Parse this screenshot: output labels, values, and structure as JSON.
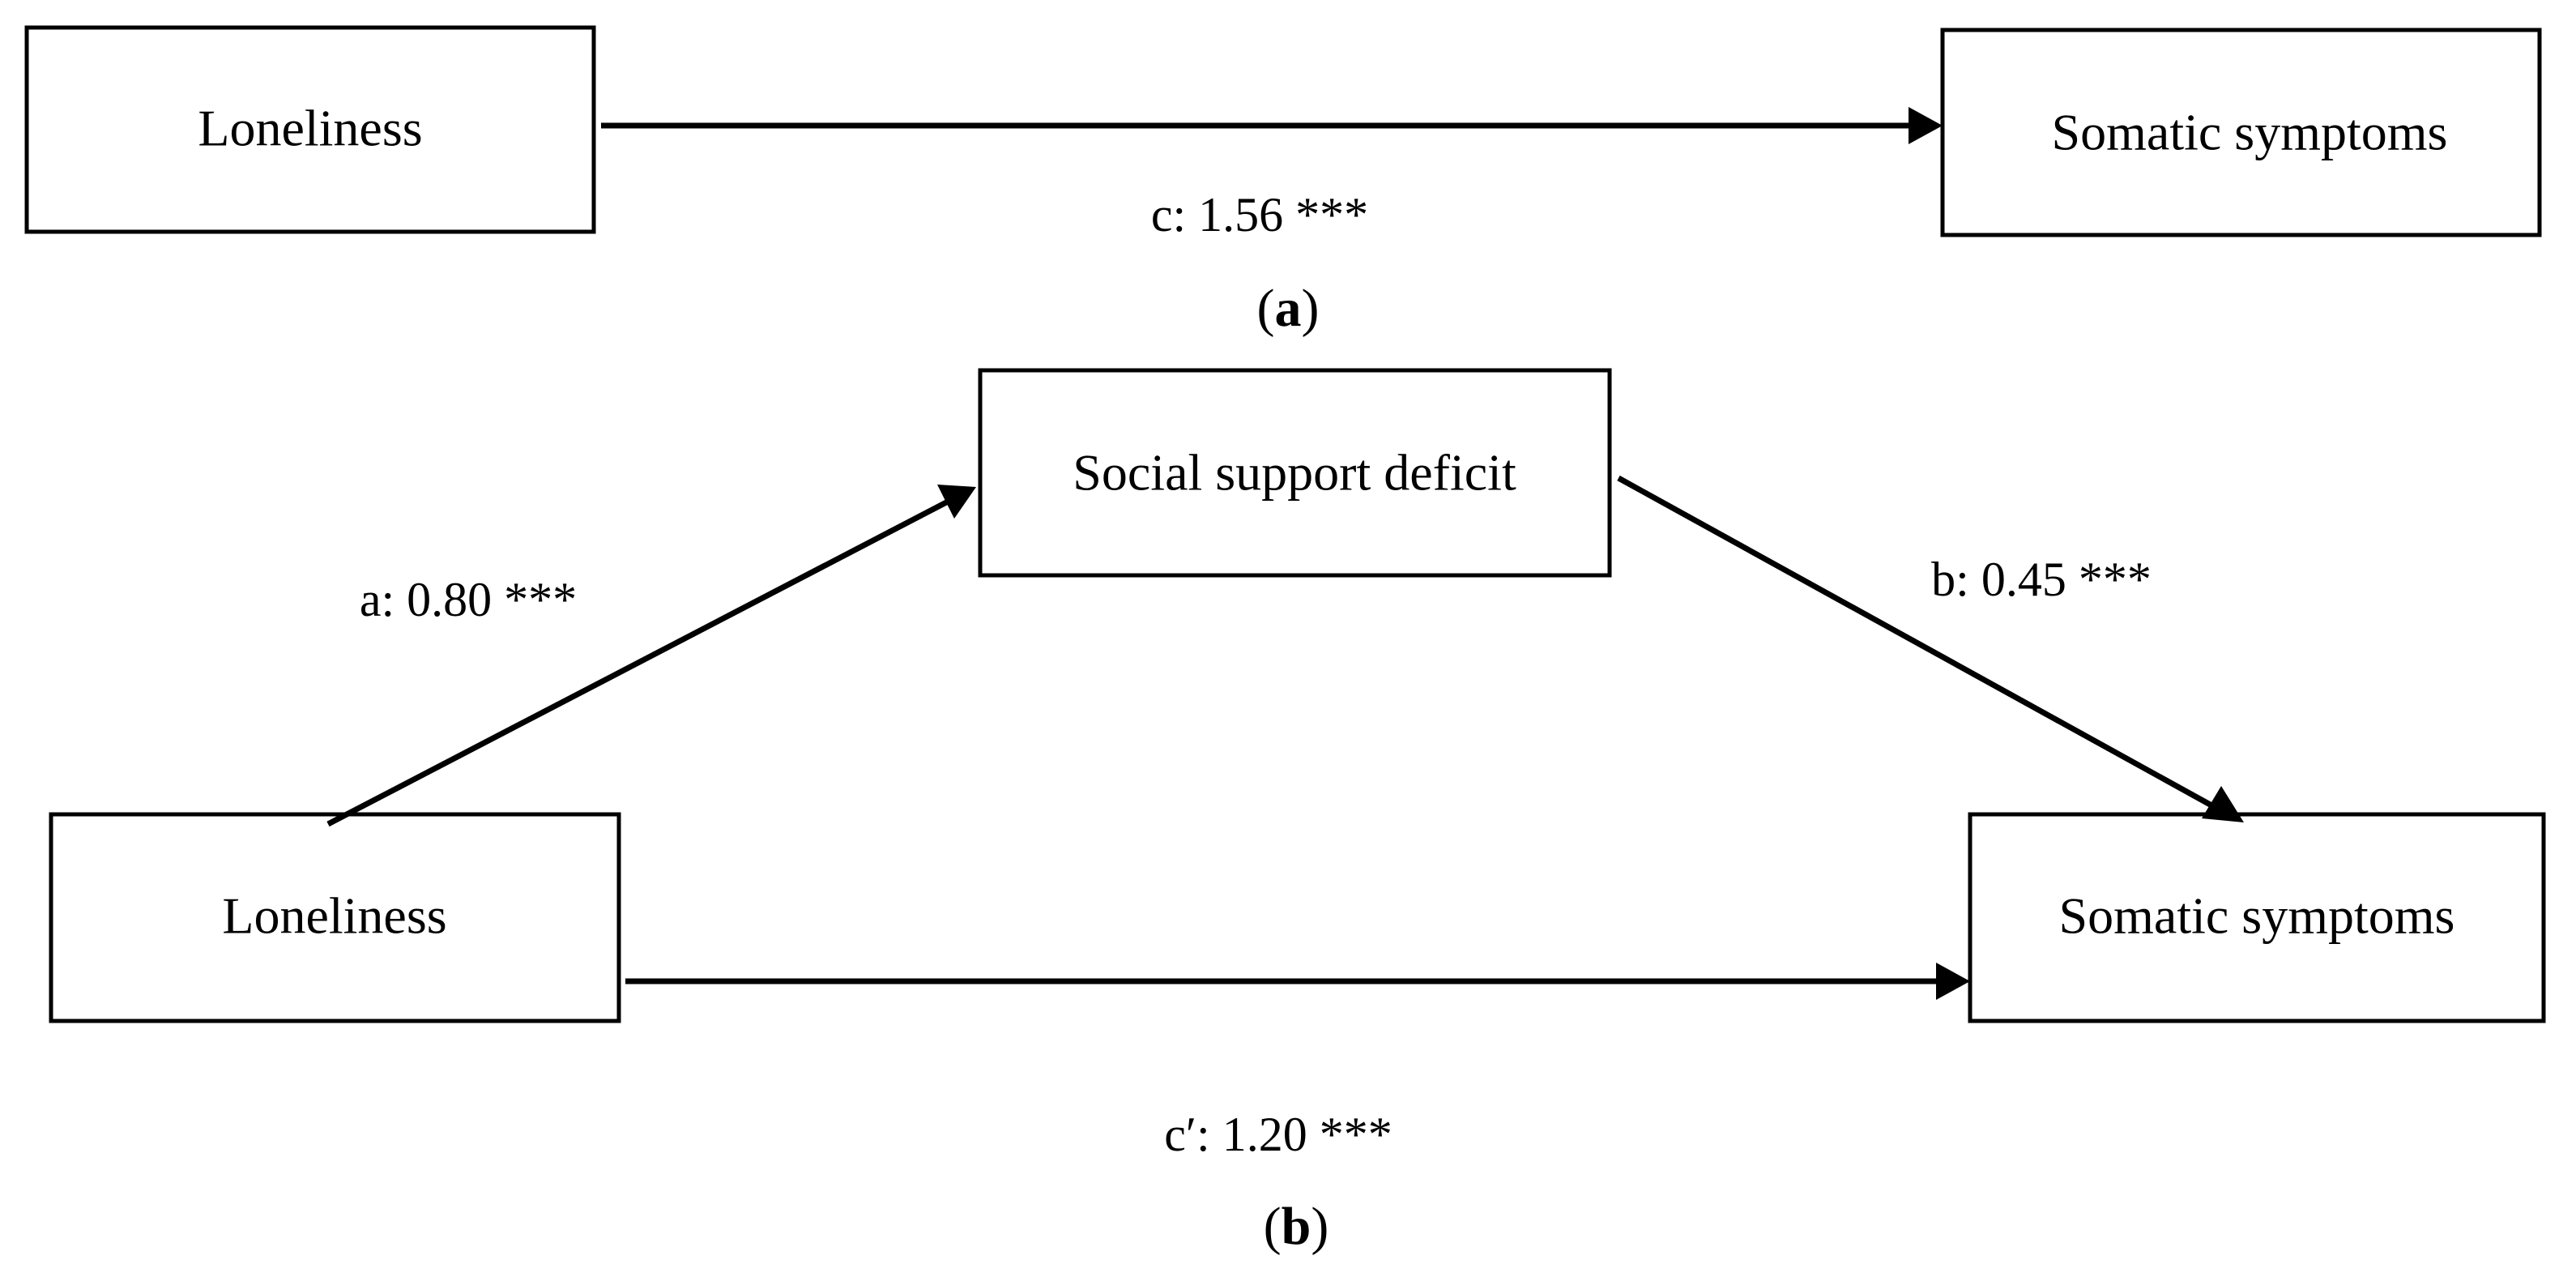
{
  "panels": {
    "a": {
      "label": "a",
      "nodes": {
        "loneliness": "Loneliness",
        "somatic": "Somatic symptoms"
      },
      "edges": {
        "c": "c: 1.56 ***"
      }
    },
    "b": {
      "label": "b",
      "nodes": {
        "loneliness": "Loneliness",
        "social_support": "Social support deficit",
        "somatic": "Somatic symptoms"
      },
      "edges": {
        "a": "a: 0.80 ***",
        "b": "b: 0.45 ***",
        "c_prime": "c′: 1.20 ***"
      }
    }
  }
}
